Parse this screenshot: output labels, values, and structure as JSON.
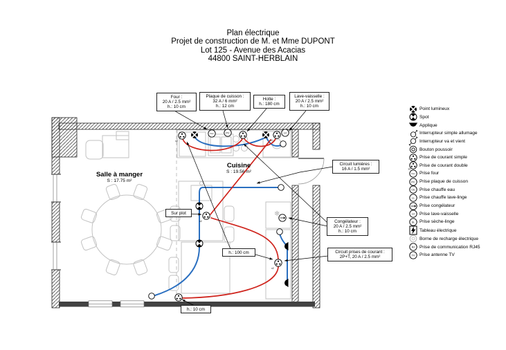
{
  "title": {
    "lines": [
      "Plan électrique",
      "Projet de construction de M. et Mme DUPONT",
      "Lot 125 - Avenue des Acacias",
      "44800 SAINT-HERBLAIN"
    ]
  },
  "rooms": {
    "dining": {
      "name": "Salle à manger",
      "area": "S : 17.75 m²"
    },
    "kitchen": {
      "name": "Cuisine",
      "area": "S : 19.56 m²"
    }
  },
  "callouts": {
    "four": {
      "lines": [
        "Four :",
        "20 A / 2.5 mm²",
        "h.: 10 cm"
      ]
    },
    "plaque": {
      "lines": [
        "Plaque de cuisson :",
        "32 A / 6 mm²",
        "h.: 12 cm"
      ]
    },
    "hotte": {
      "lines": [
        "Hotte :",
        "h.: 180 cm"
      ]
    },
    "lave_vaisselle": {
      "lines": [
        "Lave-vaisselle :",
        "20 A / 2.5 mm²",
        "h.: 10 cm"
      ]
    },
    "circuit_lumieres": {
      "lines": [
        "Circuit lumières :",
        "16 A / 1.5 mm²"
      ]
    },
    "congelateur": {
      "lines": [
        "Congélateur :",
        "20 A / 2.5 mm²",
        "h.: 10 cm"
      ]
    },
    "circuit_prises": {
      "lines": [
        "Circuit prises de courant :",
        "2P+T, 20 A / 2.5 mm²"
      ]
    },
    "sur_plot": "Sur plot",
    "h100": "h.: 100 cm",
    "h10": "h.: 10 cm"
  },
  "legend": {
    "items": [
      {
        "icon": "point-lumineux-icon",
        "label": "Point lumineux"
      },
      {
        "icon": "spot-icon",
        "label": "Spot"
      },
      {
        "icon": "applique-icon",
        "label": "Applique"
      },
      {
        "icon": "interrupteur-simple-icon",
        "label": "Interrupteur simple allumage"
      },
      {
        "icon": "interrupteur-va-et-vient-icon",
        "label": "Interrupteur va et vient"
      },
      {
        "icon": "bouton-poussoir-icon",
        "label": "Bouton poussoir"
      },
      {
        "icon": "prise-simple-icon",
        "label": "Prise de courant simple"
      },
      {
        "icon": "prise-double-icon",
        "label": "Prise de courant double",
        "glyph": "x2"
      },
      {
        "icon": "prise-four-icon",
        "label": "Prise four",
        "glyph": "Four"
      },
      {
        "icon": "prise-plaque-icon",
        "label": "Prise plaque de cuisson",
        "glyph": "PC"
      },
      {
        "icon": "prise-chauffe-eau-icon",
        "label": "Prise chauffe eau",
        "glyph": "CE"
      },
      {
        "icon": "prise-lave-linge-icon",
        "label": "Prise chauffe lave-linge",
        "glyph": "LL"
      },
      {
        "icon": "prise-congelateur-icon",
        "label": "Prise congélateur"
      },
      {
        "icon": "prise-lave-vaisselle-icon",
        "label": "Prise lave-vaisselle",
        "glyph": "LV"
      },
      {
        "icon": "prise-seche-linge-icon",
        "label": "Prise sèche-linge",
        "glyph": "SL"
      },
      {
        "icon": "tableau-electrique-icon",
        "label": "Tableau électrique"
      },
      {
        "icon": "borne-recharge-icon",
        "label": "Borne de recharge électrique"
      },
      {
        "icon": "prise-rj45-icon",
        "label": "Prise de communication RJ45",
        "glyph": "RJ"
      },
      {
        "icon": "prise-tv-icon",
        "label": "Prise antenne TV",
        "glyph": "TV"
      }
    ]
  },
  "plan": {
    "symbols": {
      "four": "Four",
      "plaque": "PC",
      "lave_vaisselle": "LV",
      "double": "x2"
    }
  },
  "colors": {
    "lighting_circuit": "#2a6fc0",
    "sockets_circuit": "#cf241d"
  }
}
